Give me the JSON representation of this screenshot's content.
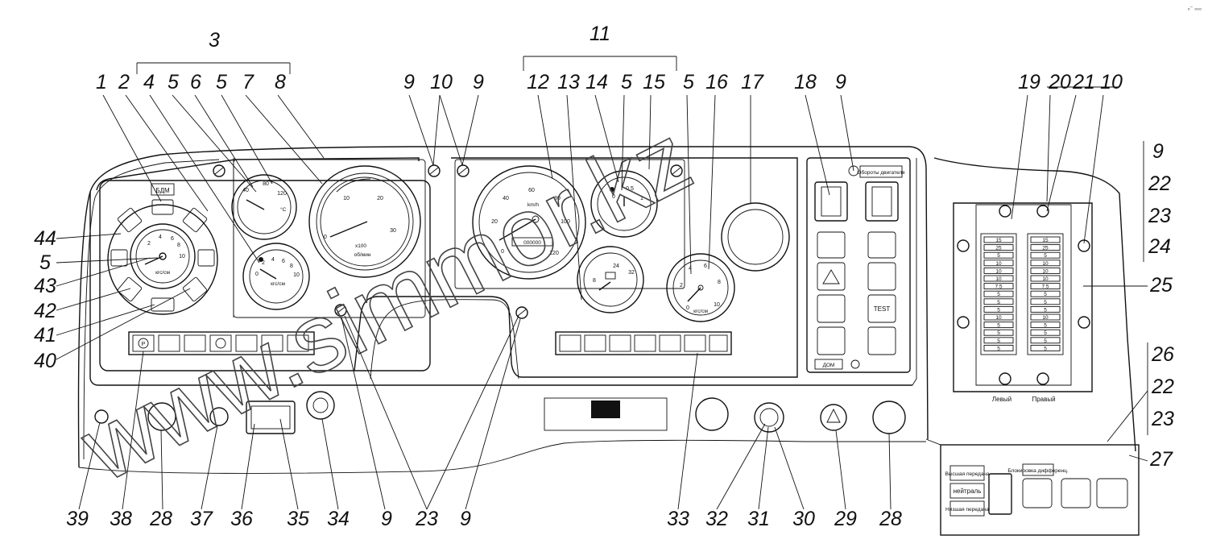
{
  "callouts": [
    "1",
    "2",
    "3",
    "4",
    "5",
    "6",
    "5",
    "7",
    "8",
    "9",
    "10",
    "9",
    "11",
    "12",
    "13",
    "14",
    "5",
    "15",
    "5",
    "16",
    "17",
    "18",
    "9",
    "19",
    "20",
    "21",
    "10",
    "9",
    "22",
    "23",
    "24",
    "25",
    "26",
    "22",
    "23",
    "27",
    "44",
    "5",
    "43",
    "42",
    "41",
    "40",
    "39",
    "38",
    "28",
    "37",
    "36",
    "35",
    "34",
    "9",
    "23",
    "9",
    "33",
    "32",
    "31",
    "30",
    "29",
    "28"
  ],
  "watermark": "www.simmor.kz",
  "corner_mark": "₀⁻ ₀₀₀",
  "left_cluster": {
    "top_label": "БДМ",
    "gauge_unit": "кгс/см",
    "gauge_ticks": [
      "2",
      "4",
      "6",
      "8",
      "10"
    ]
  },
  "temp_gauge": {
    "ticks": [
      "40",
      "80",
      "120"
    ],
    "unit": "°C"
  },
  "oil_gauge": {
    "ticks": [
      "0",
      "2",
      "4",
      "6",
      "8",
      "10"
    ],
    "unit": "кгс/см"
  },
  "tachometer": {
    "ticks": [
      "0",
      "10",
      "20",
      "30"
    ],
    "unit1": "x100",
    "unit2": "об/мин"
  },
  "speedometer": {
    "ticks": [
      "0",
      "20",
      "40",
      "60",
      "80",
      "100",
      "120"
    ],
    "unit": "km/h",
    "odometer": "000000"
  },
  "fuel_gauge": {
    "ticks": [
      "0",
      "0.5",
      "1"
    ]
  },
  "voltage_gauge": {
    "ticks": [
      "24",
      "8",
      "32"
    ]
  },
  "air_gauge": {
    "ticks": [
      "0",
      "2",
      "4",
      "6",
      "8",
      "10"
    ],
    "unit": "кгс/см"
  },
  "right_panel": {
    "label_top": "Обороты двигателя",
    "label_bottom": "ДОМ",
    "test_label": "TEST"
  },
  "fuse_box": {
    "left_label": "Левый",
    "right_label": "Правый",
    "values": [
      "15",
      "25",
      "5",
      "10",
      "10",
      "10",
      "7.5",
      "5",
      "5",
      "5",
      "10",
      "5",
      "5",
      "5",
      "5"
    ]
  },
  "transfer_box": {
    "high": "Высшая передача",
    "neutral": "нейтраль",
    "low": "Низшая передача",
    "diff": "Блокировка дифференц."
  }
}
